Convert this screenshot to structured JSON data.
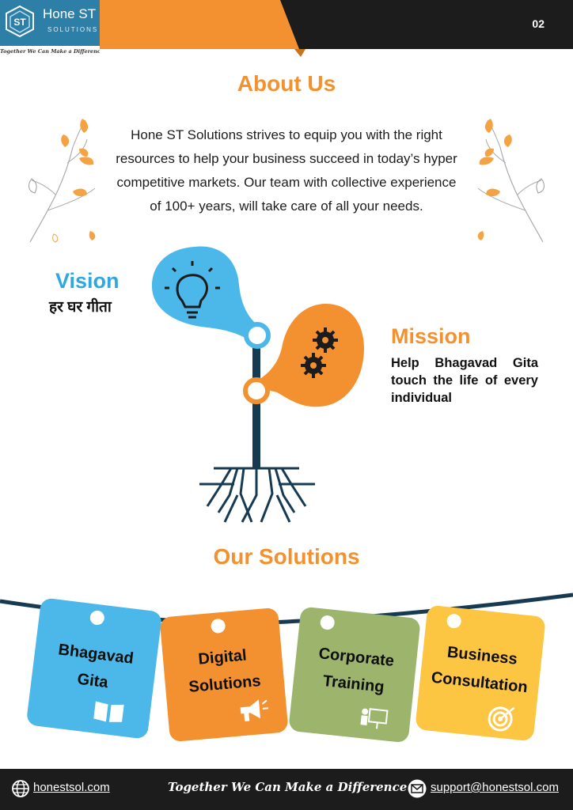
{
  "header": {
    "brand": "Hone ST",
    "brand_sub": "SOLUTIONS",
    "logo_initials": "ST",
    "tagline": "Together We Can Make a Difference",
    "page_number": "02"
  },
  "about": {
    "title": "About Us",
    "text": "Hone ST Solutions strives to equip you with the right resources to help your business succeed in today’s hyper competitive markets. Our team with collective experience of 100+ years, will take care of all your needs."
  },
  "vision": {
    "title": "Vision",
    "text": "हर घर गीता"
  },
  "mission": {
    "title": "Mission",
    "text": "Help Bhagavad Gita touch the life of every individual"
  },
  "solutions": {
    "title": "Our Solutions",
    "cards": [
      {
        "line1": "Bhagavad",
        "line2": "Gita",
        "color": "#4cb8ea",
        "icon": "open-book-icon"
      },
      {
        "line1": "Digital",
        "line2": "Solutions",
        "color": "#f39130",
        "icon": "megaphone-icon"
      },
      {
        "line1": "Corporate",
        "line2": "Training",
        "color": "#9cb46c",
        "icon": "presentation-icon"
      },
      {
        "line1": "Business",
        "line2": "Consultation",
        "color": "#fcc542",
        "icon": "target-icon"
      }
    ]
  },
  "footer": {
    "website": "honestsol.com",
    "tagline": "Together We Can Make a Difference",
    "email": "support@honestsol.com"
  },
  "colors": {
    "orange": "#f39130",
    "blue": "#4cb8ea",
    "navy": "#163a52",
    "dark": "#1c1c1c"
  }
}
